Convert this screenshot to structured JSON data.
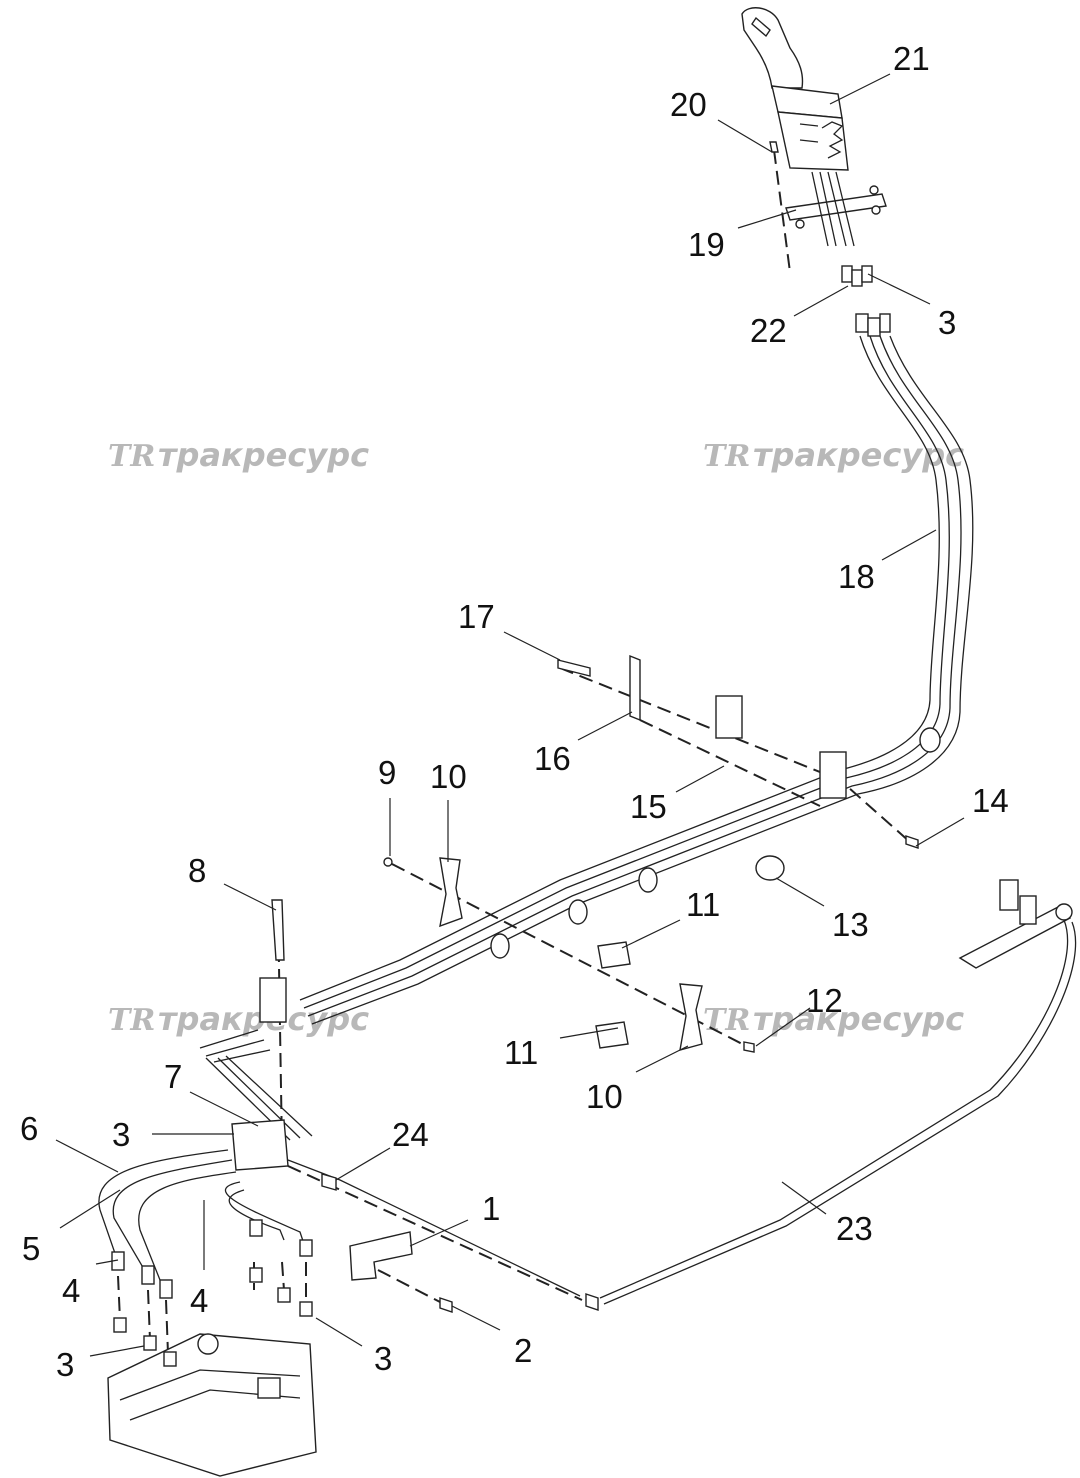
{
  "watermark": {
    "logo": "TR",
    "text": "тракресурс"
  },
  "callouts": [
    "20",
    "21",
    "19",
    "22",
    "3",
    "18",
    "17",
    "16",
    "15",
    "9",
    "10",
    "14",
    "8",
    "11",
    "13",
    "12",
    "7",
    "11",
    "10",
    "6",
    "3",
    "24",
    "1",
    "5",
    "4",
    "4",
    "23",
    "2",
    "3",
    "3"
  ]
}
